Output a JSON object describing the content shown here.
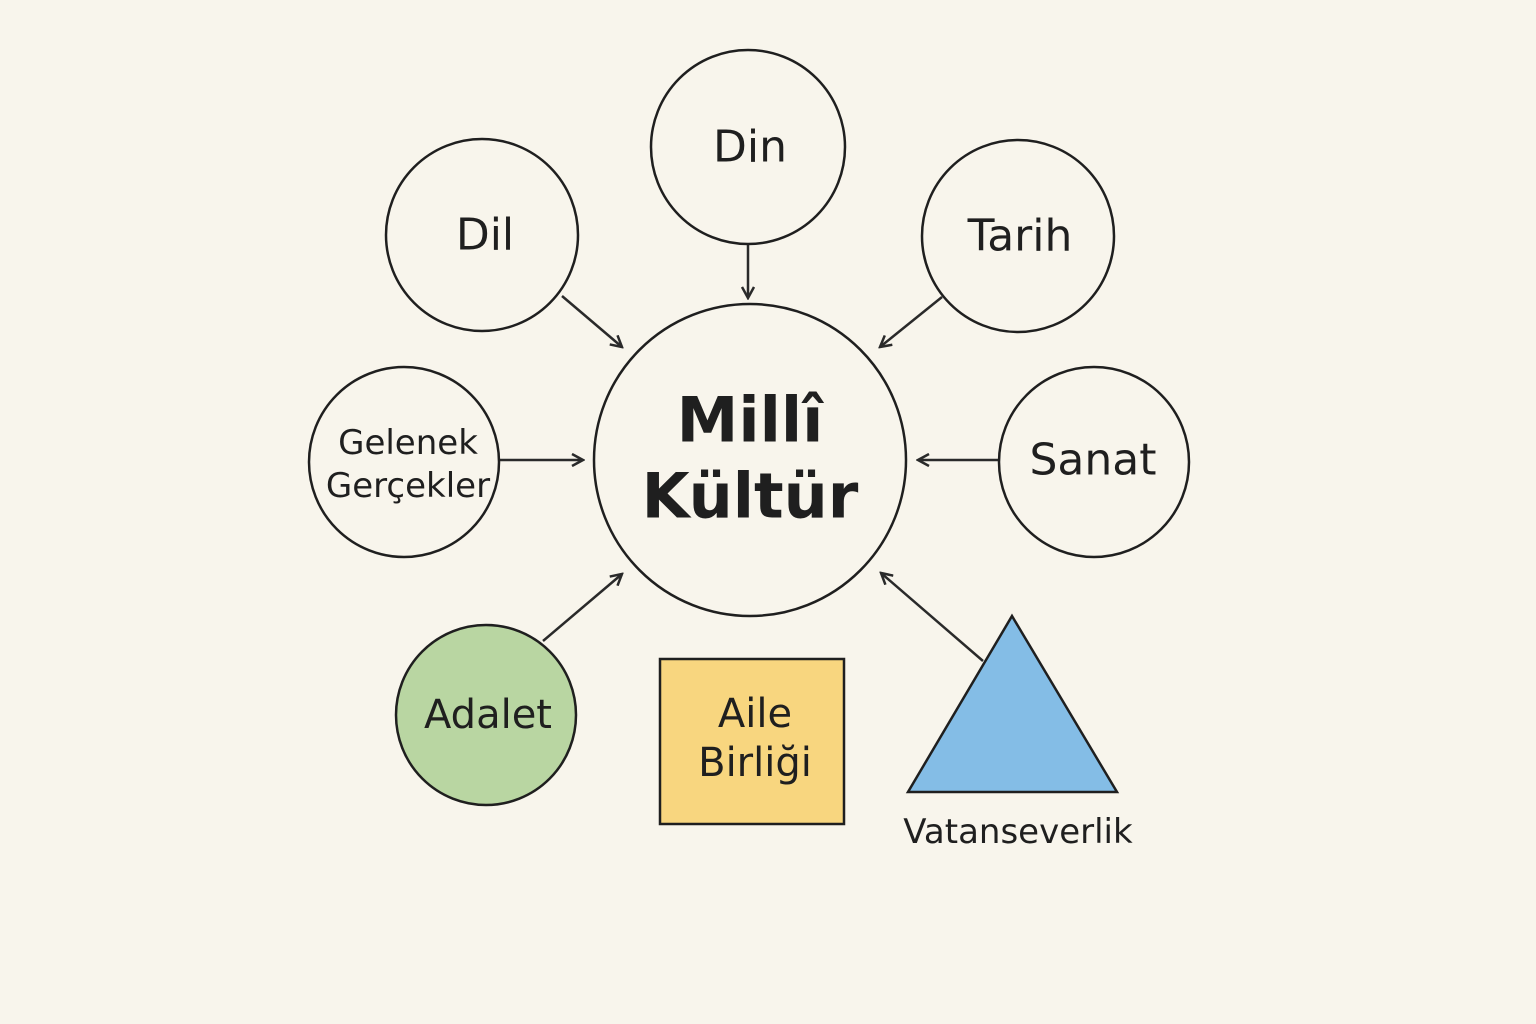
{
  "center": {
    "line1": "Millî",
    "line2": "Kültür"
  },
  "nodes": {
    "din": "Din",
    "dil": "Dil",
    "tarih": "Tarih",
    "gelenek": {
      "line1": "Gelenek",
      "line2": "Gerçekler"
    },
    "sanat": "Sanat",
    "adalet": "Adalet",
    "aile": {
      "line1": "Aile",
      "line2": "Birliği"
    },
    "vatanseverlik": "Vatanseverlik"
  },
  "colors": {
    "background": "#f8f5ec",
    "outline": "#1f1f1f",
    "adalet_fill": "#b9d6a2",
    "aile_fill": "#f8d67f",
    "vatanseverlik_fill": "#84bde6"
  }
}
